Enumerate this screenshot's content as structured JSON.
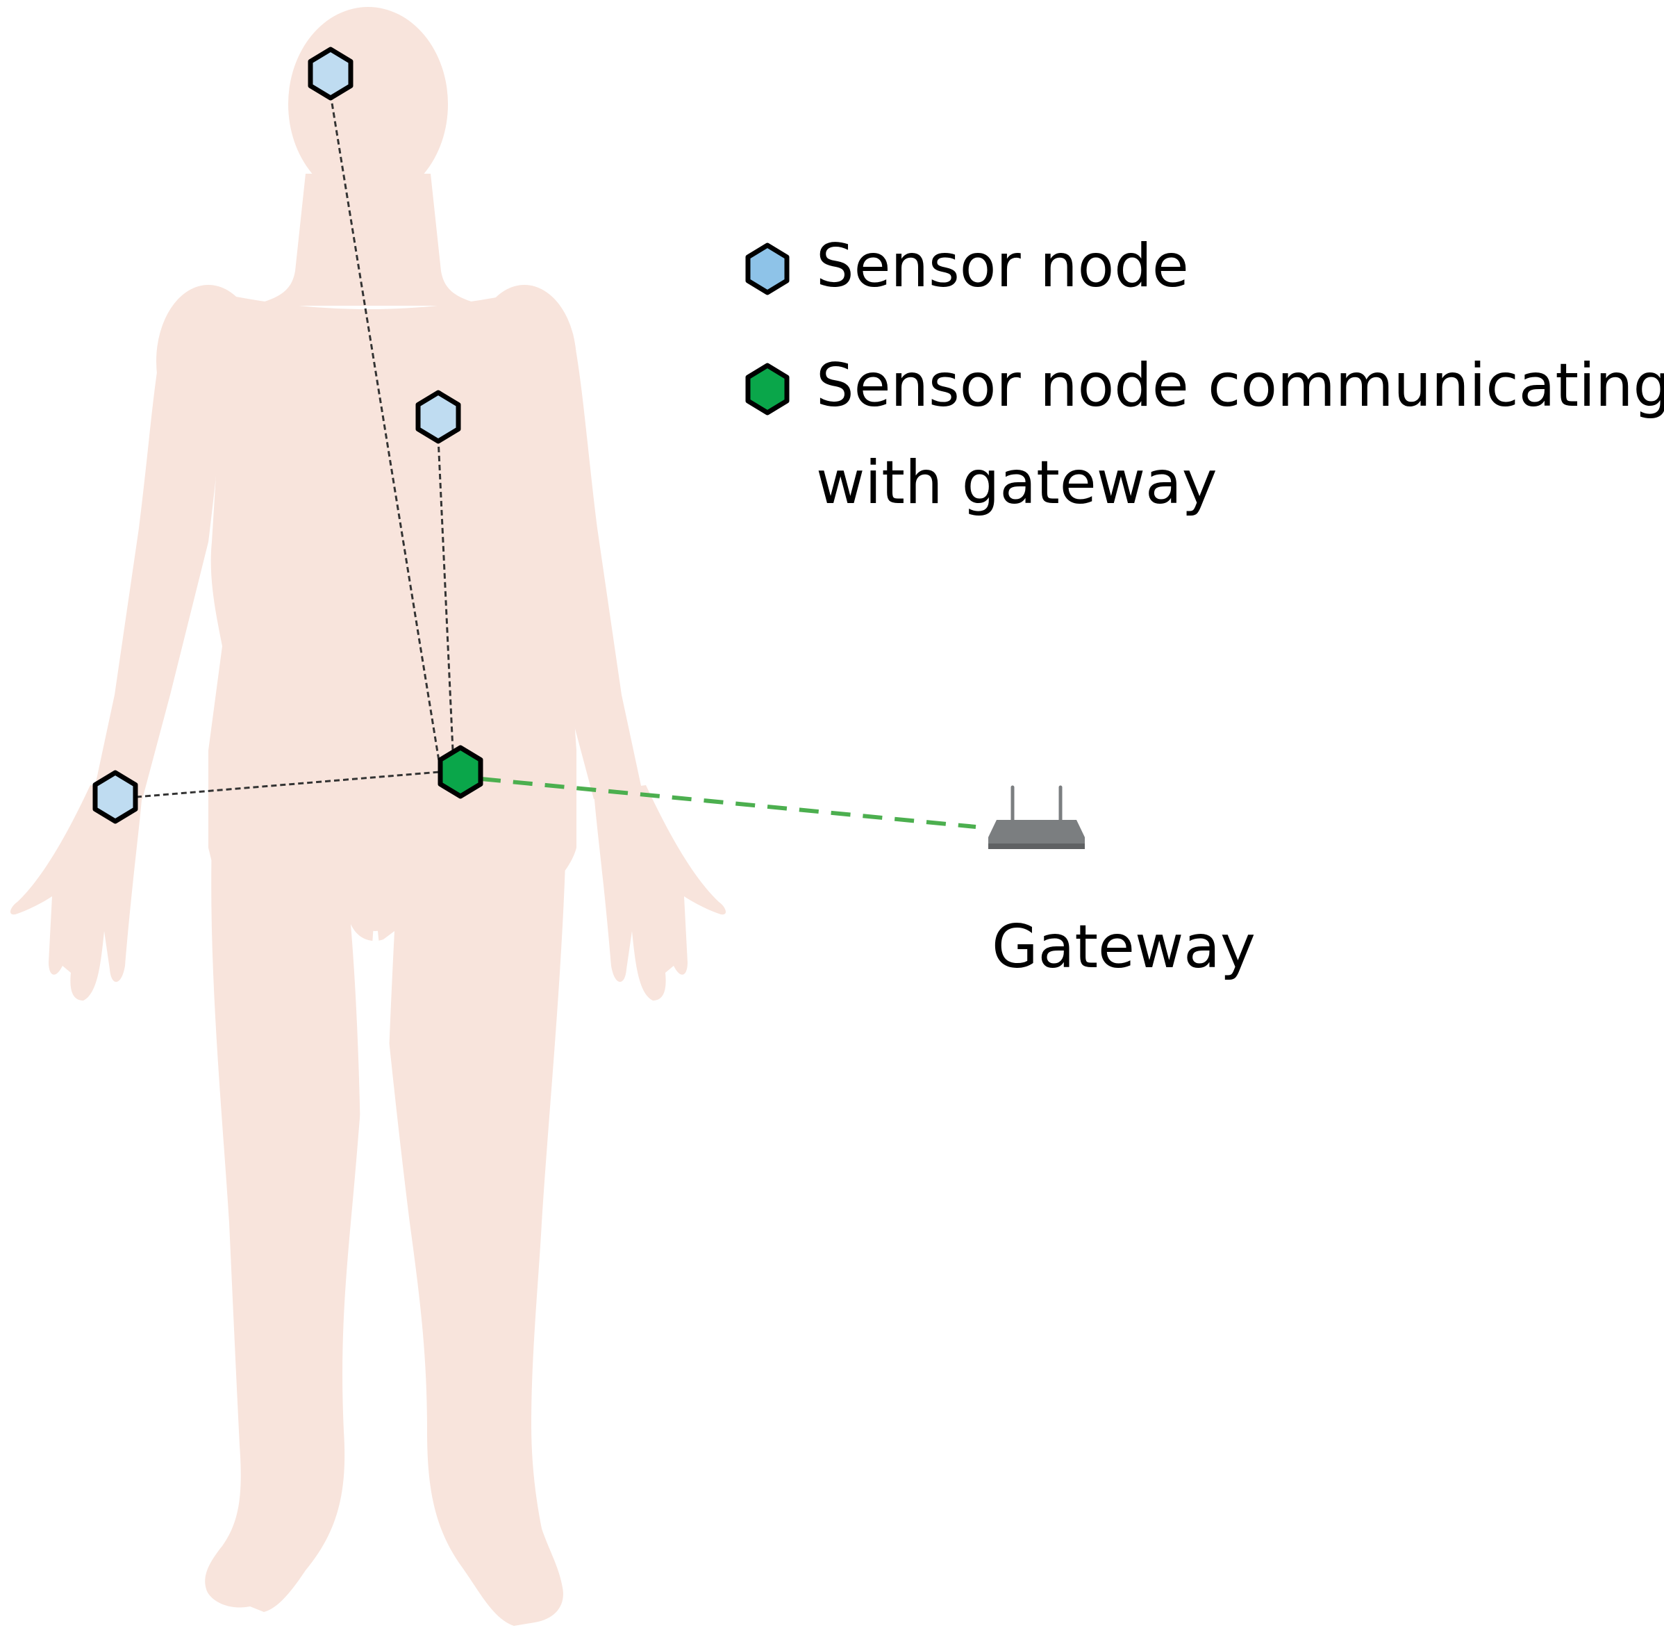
{
  "legend": {
    "items": [
      {
        "icon": "sensor-node-icon",
        "label_lines": [
          "Sensor node"
        ]
      },
      {
        "icon": "gateway-sensor-node-icon",
        "label_lines": [
          "Sensor node communicating",
          "with gateway"
        ]
      }
    ]
  },
  "gateway": {
    "label": "Gateway",
    "icon": "router-icon"
  },
  "colors": {
    "body": "#f8e4dc",
    "sensor_node_legend": "#8ec3e8",
    "sensor_node": "#bfdcf1",
    "gateway_node": "#0aa64a",
    "node_outline": "#000000",
    "internal_link": "#333333",
    "gateway_link": "#4caf4f",
    "router": "#7b7e80"
  },
  "nodes": [
    {
      "name": "head-sensor-node",
      "role": "sensor"
    },
    {
      "name": "chest-sensor-node",
      "role": "sensor"
    },
    {
      "name": "wrist-sensor-node",
      "role": "sensor"
    },
    {
      "name": "hip-gateway-sensor-node",
      "role": "gateway-communicating"
    }
  ]
}
